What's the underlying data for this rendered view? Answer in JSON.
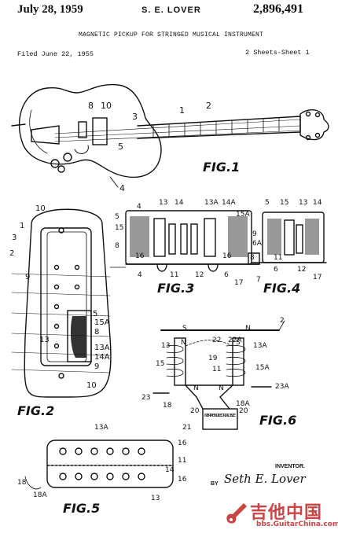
{
  "header": {
    "date": "July 28, 1959",
    "inventor": "S. E. LOVER",
    "patent_number": "2,896,491",
    "title": "MAGNETIC PICKUP FOR STRINGED MUSICAL INSTRUMENT",
    "filed": "Filed June 22, 1955",
    "sheets": "2 Sheets-Sheet 1"
  },
  "figures": {
    "fig1": "FIG.1",
    "fig2": "FIG.2",
    "fig3": "FIG.3",
    "fig4": "FIG.4",
    "fig5": "FIG.5",
    "fig6": "FIG.6"
  },
  "fig6_device": "INTERPRETING ELECTRICAL DEVICE",
  "inventor_block": {
    "label": "INVENTOR.",
    "signature": "Seth E. Lover",
    "by": "BY"
  },
  "watermark": {
    "text": "吉他中国",
    "url": "bbs.GuitarChina.com"
  }
}
